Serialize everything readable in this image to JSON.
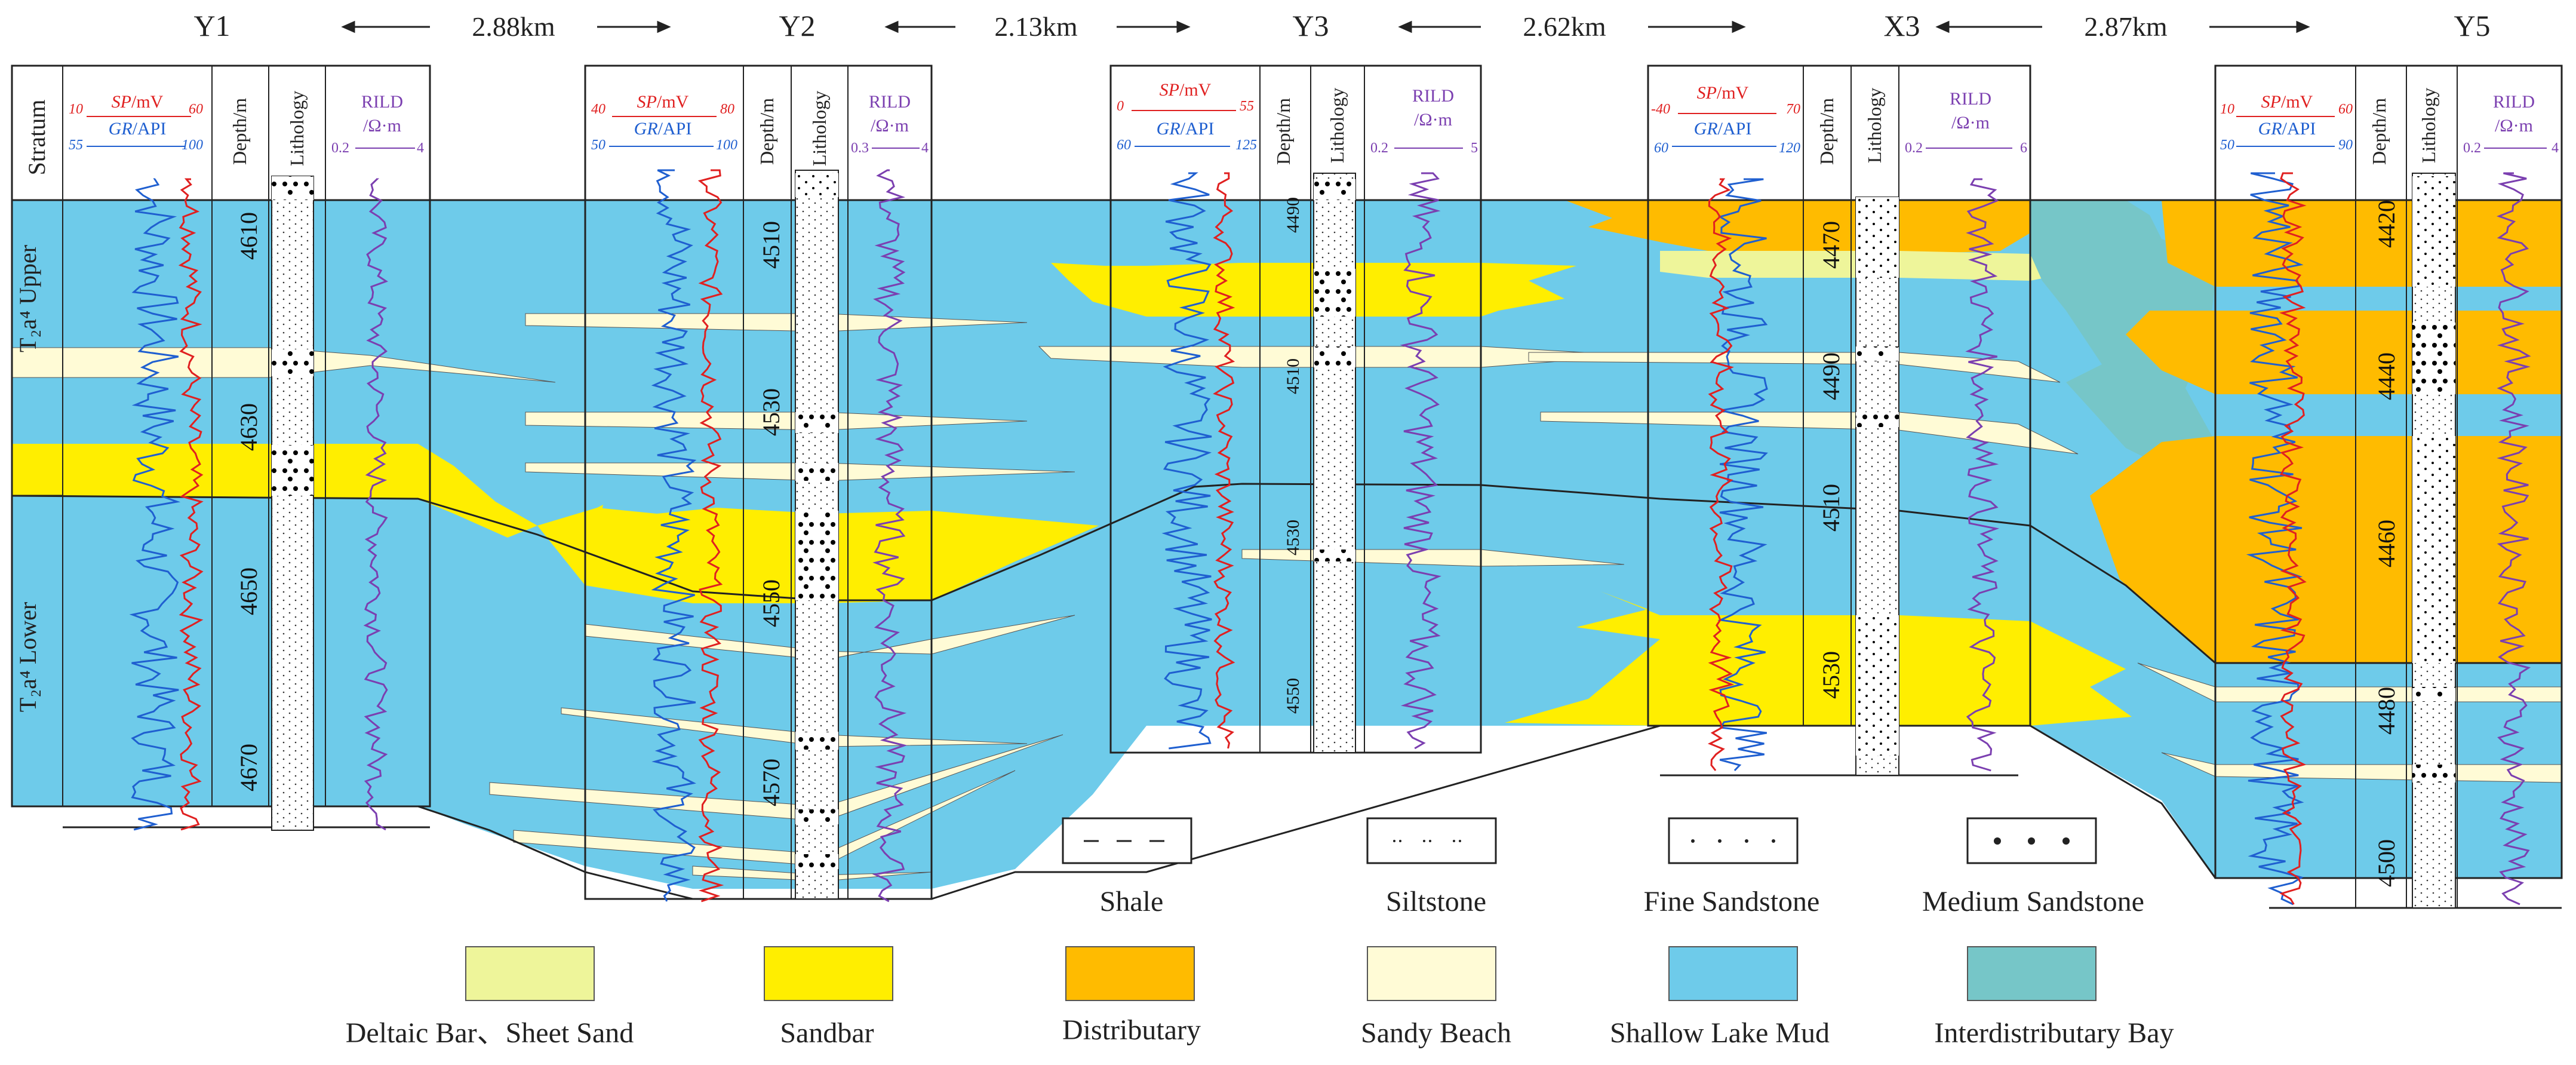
{
  "wells": [
    {
      "name": "Y1",
      "sp_min": "10",
      "sp_max": "60",
      "gr_min": "55",
      "gr_max": "100",
      "rild_min": "0.2",
      "rild_max": "4",
      "depths": [
        "4610",
        "4630",
        "4650",
        "4670"
      ]
    },
    {
      "name": "Y2",
      "sp_min": "40",
      "sp_max": "80",
      "gr_min": "50",
      "gr_max": "100",
      "rild_min": "0.3",
      "rild_max": "4",
      "depths": [
        "4510",
        "4530",
        "4550",
        "4570"
      ]
    },
    {
      "name": "Y3",
      "sp_min": "0",
      "sp_max": "55",
      "gr_min": "60",
      "gr_max": "125",
      "rild_min": "0.2",
      "rild_max": "5",
      "depths": [
        "4490",
        "4510",
        "4530",
        "4550"
      ]
    },
    {
      "name": "X3",
      "sp_min": "-40",
      "sp_max": "70",
      "gr_min": "60",
      "gr_max": "120",
      "rild_min": "0.2",
      "rild_max": "6",
      "depths": [
        "4470",
        "4490",
        "4510",
        "4530"
      ]
    },
    {
      "name": "Y5",
      "sp_min": "10",
      "sp_max": "60",
      "gr_min": "50",
      "gr_max": "90",
      "rild_min": "0.2",
      "rild_max": "4",
      "depths": [
        "4420",
        "4440",
        "4460",
        "4480",
        "4500"
      ]
    }
  ],
  "distances": [
    "2.88km",
    "2.13km",
    "2.62km",
    "2.87km"
  ],
  "header": {
    "stratum": "Stratum",
    "sp_label": "SP",
    "sp_unit": "/mV",
    "gr_label": "GR",
    "gr_unit": "/API",
    "depth": "Depth/m",
    "lithology": "Lithology",
    "rild": "RILD",
    "rild_unit": "/Ω·m"
  },
  "strata": {
    "upper": "T₂a⁴ Upper",
    "lower": "T₂a⁴ Lower"
  },
  "lithology_legend": [
    "Shale",
    "Siltstone",
    "Fine Sandstone",
    "Medium Sandstone"
  ],
  "facies_legend": [
    {
      "label": "Deltaic Bar、Sheet Sand",
      "color": "#eef59a"
    },
    {
      "label": "Sandbar",
      "color": "#ffee00"
    },
    {
      "label": "Distributary",
      "color": "#ffbb00"
    },
    {
      "label": "Sandy Beach",
      "color": "#fffbd6"
    },
    {
      "label": "Shallow Lake Mud",
      "color": "#6ecbea"
    },
    {
      "label": "Interdistributary Bay",
      "color": "#76c6c8"
    }
  ],
  "colors": {
    "sp_curve": "#e02020",
    "gr_curve": "#1f5fd0",
    "rild_curve": "#7b3fb0"
  }
}
